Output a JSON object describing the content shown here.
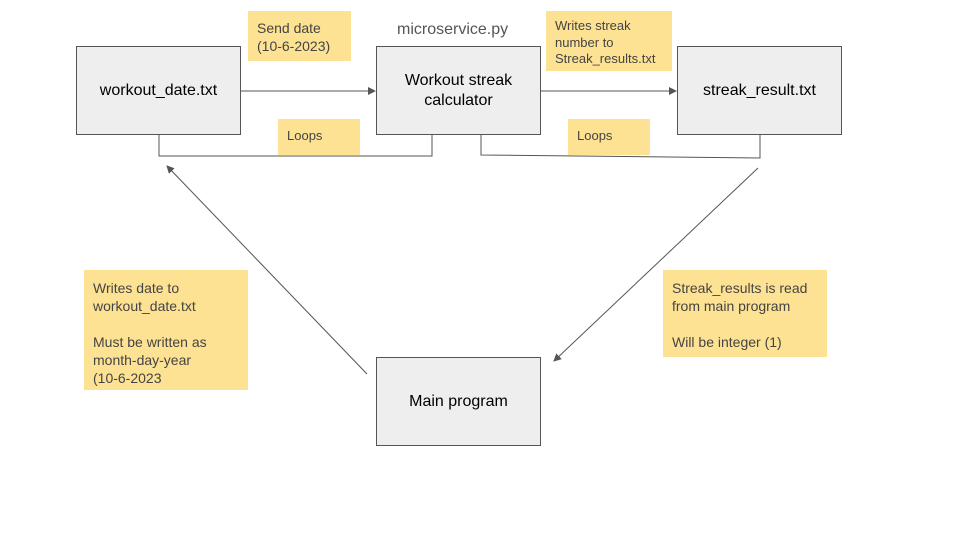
{
  "boxes": {
    "workout_date": "workout_date.txt",
    "calculator": [
      "Workout streak",
      "calculator"
    ],
    "streak_result": "streak_result.txt",
    "main_program": "Main program"
  },
  "caption": "microservice.py",
  "notes": {
    "send_date": [
      "Send date",
      "(10-6-2023)"
    ],
    "writes_streak": [
      "Writes streak",
      "number to",
      "Streak_results.txt"
    ],
    "loops_left": "Loops",
    "loops_right": "Loops",
    "writes_date": [
      "Writes date to",
      "workout_date.txt",
      "",
      "Must be written as",
      "month-day-year",
      "(10-6-2023"
    ],
    "streak_read": [
      "Streak_results is read",
      "from main program",
      "",
      "Will be integer (1)"
    ]
  },
  "colors": {
    "box_fill": "#eeeeee",
    "note_fill": "#fde293",
    "line": "#555555"
  }
}
